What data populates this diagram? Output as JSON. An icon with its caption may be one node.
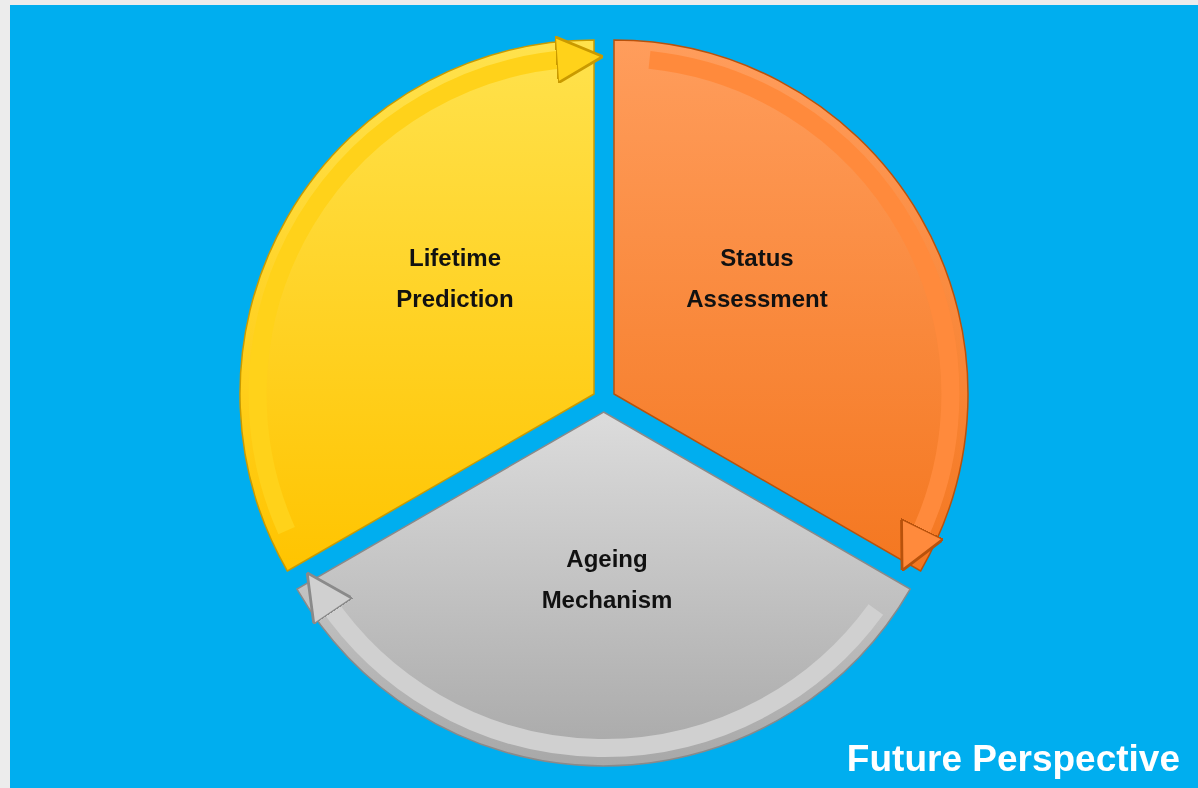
{
  "diagram": {
    "title": "Future Perspective",
    "nodes": [
      {
        "text": [
          "Lifetime Prediction"
        ]
      },
      {
        "text": [
          "Status Assessment"
        ]
      },
      {
        "text": [
          "Ageing Mechanism"
        ]
      }
    ],
    "edges": [
      {
        "from": 0,
        "to": 1,
        "arrow": "to",
        "color": "#ffd21a"
      },
      {
        "from": 1,
        "to": 2,
        "arrow": "to",
        "color": "#ff8a3c"
      },
      {
        "from": 2,
        "to": 0,
        "arrow": "to",
        "color": "#d0d0d0"
      }
    ]
  }
}
